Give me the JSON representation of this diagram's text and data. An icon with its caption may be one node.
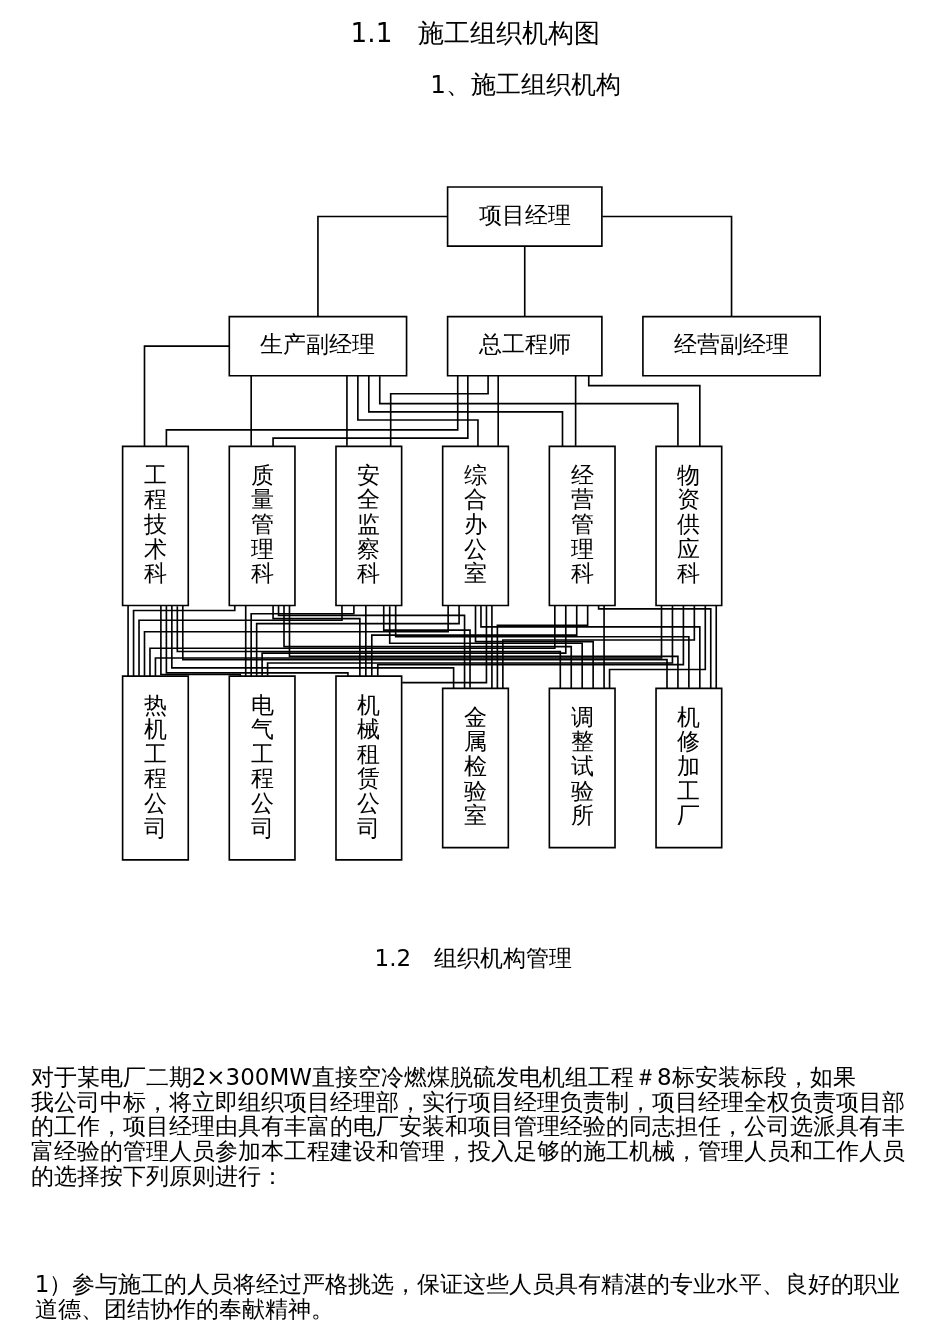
{
  "diagram": {
    "title": "1.1　施工组织机构图",
    "nodes": [
      {
        "text": [
          "项目经理"
        ]
      },
      {
        "text": [
          "生产副经理"
        ]
      },
      {
        "text": [
          "总工程师"
        ]
      },
      {
        "text": [
          "经营副经理"
        ]
      },
      {
        "text": [
          "工程技术科"
        ]
      },
      {
        "text": [
          "质量管理科"
        ]
      },
      {
        "text": [
          "安全监察科"
        ]
      },
      {
        "text": [
          "综合办公室"
        ]
      },
      {
        "text": [
          "经营管理科"
        ]
      },
      {
        "text": [
          "物资供应科"
        ]
      },
      {
        "text": [
          "热机工程公司"
        ]
      },
      {
        "text": [
          "电气工程公司"
        ]
      },
      {
        "text": [
          "机械租赁公司"
        ]
      },
      {
        "text": [
          "金属检验室"
        ]
      },
      {
        "text": [
          "调整试验所"
        ]
      },
      {
        "text": [
          "机修加工厂"
        ]
      }
    ],
    "edges": [
      {
        "from": 0,
        "to": 1,
        "arrow": "none"
      },
      {
        "from": 0,
        "to": 2,
        "arrow": "none"
      },
      {
        "from": 0,
        "to": 3,
        "arrow": "none"
      },
      {
        "from": 1,
        "to": 4,
        "arrow": "none"
      },
      {
        "from": 1,
        "to": 5,
        "arrow": "none"
      },
      {
        "from": 1,
        "to": 6,
        "arrow": "none"
      },
      {
        "from": 1,
        "to": 7,
        "arrow": "none"
      },
      {
        "from": 1,
        "to": 8,
        "arrow": "none"
      },
      {
        "from": 1,
        "to": 9,
        "arrow": "none"
      },
      {
        "from": 2,
        "to": 4,
        "arrow": "none"
      },
      {
        "from": 2,
        "to": 5,
        "arrow": "none"
      },
      {
        "from": 2,
        "to": 6,
        "arrow": "none"
      },
      {
        "from": 2,
        "to": 7,
        "arrow": "none"
      },
      {
        "from": 2,
        "to": 8,
        "arrow": "none"
      },
      {
        "from": 2,
        "to": 9,
        "arrow": "none"
      },
      {
        "from": 4,
        "to": 10,
        "arrow": "none"
      },
      {
        "from": 4,
        "to": 11,
        "arrow": "none"
      },
      {
        "from": 4,
        "to": 12,
        "arrow": "none"
      },
      {
        "from": 4,
        "to": 13,
        "arrow": "none"
      },
      {
        "from": 4,
        "to": 14,
        "arrow": "none"
      },
      {
        "from": 4,
        "to": 15,
        "arrow": "none"
      },
      {
        "from": 5,
        "to": 10,
        "arrow": "none"
      },
      {
        "from": 5,
        "to": 11,
        "arrow": "none"
      },
      {
        "from": 5,
        "to": 12,
        "arrow": "none"
      },
      {
        "from": 5,
        "to": 13,
        "arrow": "none"
      },
      {
        "from": 5,
        "to": 14,
        "arrow": "none"
      },
      {
        "from": 5,
        "to": 15,
        "arrow": "none"
      },
      {
        "from": 6,
        "to": 10,
        "arrow": "none"
      },
      {
        "from": 6,
        "to": 11,
        "arrow": "none"
      },
      {
        "from": 6,
        "to": 12,
        "arrow": "none"
      },
      {
        "from": 6,
        "to": 13,
        "arrow": "none"
      },
      {
        "from": 6,
        "to": 14,
        "arrow": "none"
      },
      {
        "from": 6,
        "to": 15,
        "arrow": "none"
      },
      {
        "from": 7,
        "to": 10,
        "arrow": "none"
      },
      {
        "from": 7,
        "to": 11,
        "arrow": "none"
      },
      {
        "from": 7,
        "to": 12,
        "arrow": "none"
      },
      {
        "from": 7,
        "to": 13,
        "arrow": "none"
      },
      {
        "from": 7,
        "to": 14,
        "arrow": "none"
      },
      {
        "from": 7,
        "to": 15,
        "arrow": "none"
      },
      {
        "from": 8,
        "to": 10,
        "arrow": "none"
      },
      {
        "from": 8,
        "to": 11,
        "arrow": "none"
      },
      {
        "from": 8,
        "to": 12,
        "arrow": "none"
      },
      {
        "from": 8,
        "to": 13,
        "arrow": "none"
      },
      {
        "from": 8,
        "to": 14,
        "arrow": "none"
      },
      {
        "from": 8,
        "to": 15,
        "arrow": "none"
      },
      {
        "from": 9,
        "to": 10,
        "arrow": "none"
      },
      {
        "from": 9,
        "to": 11,
        "arrow": "none"
      },
      {
        "from": 9,
        "to": 12,
        "arrow": "none"
      },
      {
        "from": 9,
        "to": 13,
        "arrow": "none"
      },
      {
        "from": 9,
        "to": 14,
        "arrow": "none"
      },
      {
        "from": 9,
        "to": 15,
        "arrow": "none"
      }
    ],
    "labels": [
      "1、施工组织机构",
      "1.2　组织机构管理",
      "对于某电厂二期2×300MW直接空冷燃煤脱硫发电机组工程＃8标安装标段，如果我公司中标，将立即组织项目经理部，实行项目经理负责制，项目经理全权负责项目部的工作，项目经理由具有丰富的电厂安装和项目管理经验的同志担任，公司选派具有丰富经验的管理人员参加本工程建设和管理，投入足够的施工机械，管理人员和工作人员的选择按下列原则进行：",
      "1）参与施工的人员将经过严格挑选，保证这些人员具有精湛的专业水平、良好的职业道德、团结协作的奉献精神。"
    ]
  }
}
